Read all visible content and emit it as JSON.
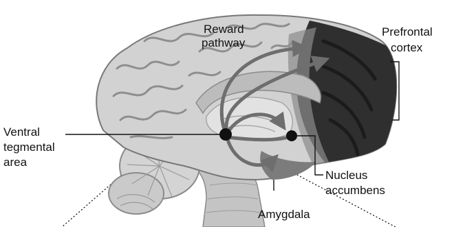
{
  "labels": {
    "reward_line1": "Reward",
    "reward_line2": "pathway",
    "prefrontal_line1": "Prefrontal",
    "prefrontal_line2": "cortex",
    "ventral_line1": "Ventral",
    "ventral_line2": "tegmental",
    "ventral_line3": "area",
    "nucleus_line1": "Nucleus",
    "nucleus_line2": "accumbens",
    "amygdala": "Amygdala"
  },
  "colors": {
    "background": "#ffffff",
    "brain_light": "#cfcfcf",
    "brain_dark": "#2f2f2f",
    "pathway_arrow": "#6e6e6e",
    "label_text": "#111111",
    "leader_line": "#111111"
  }
}
